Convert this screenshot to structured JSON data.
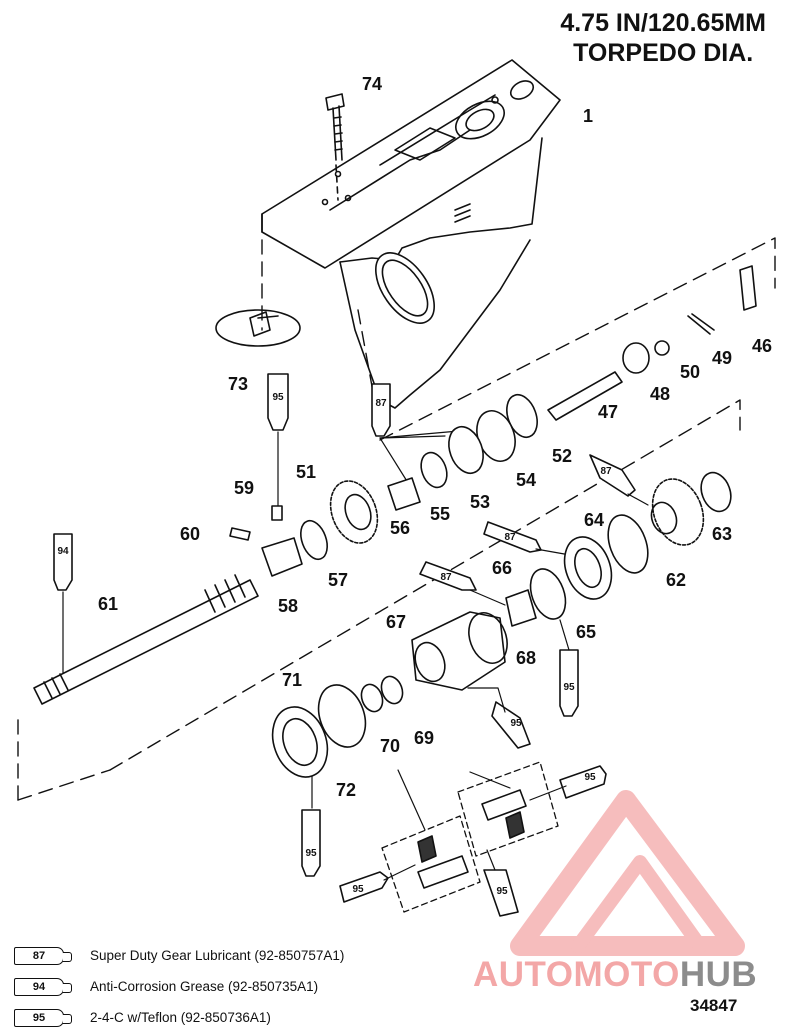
{
  "title": {
    "line1": "4.75 IN/120.65MM",
    "line2": "TORPEDO DIA."
  },
  "callouts": {
    "c1": "1",
    "c46": "46",
    "c47": "47",
    "c48": "48",
    "c49": "49",
    "c50": "50",
    "c51": "51",
    "c52": "52",
    "c53": "53",
    "c54": "54",
    "c55": "55",
    "c56": "56",
    "c57": "57",
    "c58": "58",
    "c59": "59",
    "c60": "60",
    "c61": "61",
    "c62": "62",
    "c63": "63",
    "c64": "64",
    "c65": "65",
    "c66": "66",
    "c67": "67",
    "c68": "68",
    "c69": "69",
    "c70": "70",
    "c71": "71",
    "c72": "72",
    "c73": "73",
    "c74": "74"
  },
  "tube_labels": {
    "t87": "87",
    "t94": "94",
    "t95": "95"
  },
  "legend": [
    {
      "code": "87",
      "text": "Super Duty Gear Lubricant (92-850757A1)"
    },
    {
      "code": "94",
      "text": "Anti-Corrosion Grease (92-850735A1)"
    },
    {
      "code": "95",
      "text": "2-4-C w/Teflon (92-850736A1)"
    }
  ],
  "document_number": "34847",
  "watermark": {
    "part1": "AUTOMOTO",
    "part2": "HUB"
  },
  "colors": {
    "line": "#111111",
    "watermark_red": "#f3a7a7",
    "watermark_gray": "#8c8c8c"
  }
}
